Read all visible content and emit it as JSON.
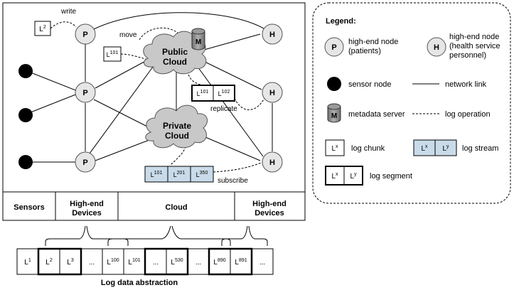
{
  "network": {
    "nodes": {
      "patient": "P",
      "health": "H",
      "metadata": "M"
    },
    "clouds": {
      "public_line1": "Public",
      "public_line2": "Cloud",
      "private_line1": "Private",
      "private_line2": "Cloud"
    },
    "operations": {
      "write": "write",
      "move": "move",
      "replicate": "replicate",
      "subscribe": "subscribe"
    },
    "chunks": {
      "write_chunk": {
        "base": "L",
        "sup": "2"
      },
      "move_chunk": {
        "base": "L",
        "sup": "101"
      },
      "replicate_segment": [
        {
          "base": "L",
          "sup": "101"
        },
        {
          "base": "L",
          "sup": "102"
        }
      ],
      "subscribe_stream": [
        {
          "base": "L",
          "sup": "101"
        },
        {
          "base": "L",
          "sup": "201"
        },
        {
          "base": "L",
          "sup": "350"
        }
      ]
    }
  },
  "sections": [
    "Sensors",
    "High-end\nDevices",
    "Cloud",
    "High-end\nDevices"
  ],
  "legend": {
    "title": "Legend:",
    "patients_label": "high-end node\n(patients)",
    "health_label": "high-end node\n(health service\npersonnel)",
    "sensor_label": "sensor node",
    "link_label": "network link",
    "metadata_label": "metadata server",
    "logop_label": "log operation",
    "chunk_label": "log chunk",
    "stream_label": "log stream",
    "segment_label": "log segment",
    "chunk_symbol": {
      "base": "L",
      "sup": "x"
    },
    "pair_symbols": [
      {
        "base": "L",
        "sup": "x"
      },
      {
        "base": "L",
        "sup": "y"
      }
    ]
  },
  "abstraction": {
    "caption": "Log data abstraction",
    "cells": [
      {
        "base": "L",
        "sup": "1"
      },
      {
        "base": "L",
        "sup": "2"
      },
      {
        "base": "L",
        "sup": "3"
      },
      {
        "base": "...",
        "sup": ""
      },
      {
        "base": "L",
        "sup": "100"
      },
      {
        "base": "L",
        "sup": "101"
      },
      {
        "base": "...",
        "sup": ""
      },
      {
        "base": "L",
        "sup": "530"
      },
      {
        "base": "...",
        "sup": ""
      },
      {
        "base": "L",
        "sup": "890"
      },
      {
        "base": "L",
        "sup": "891"
      },
      {
        "base": "...",
        "sup": ""
      }
    ]
  },
  "colors": {
    "cloud_fill": "#c8c8c8",
    "node_fill": "#e6e6e6",
    "stream_fill": "#c9dbe9",
    "metadata_fill": "#8f8f8f"
  }
}
